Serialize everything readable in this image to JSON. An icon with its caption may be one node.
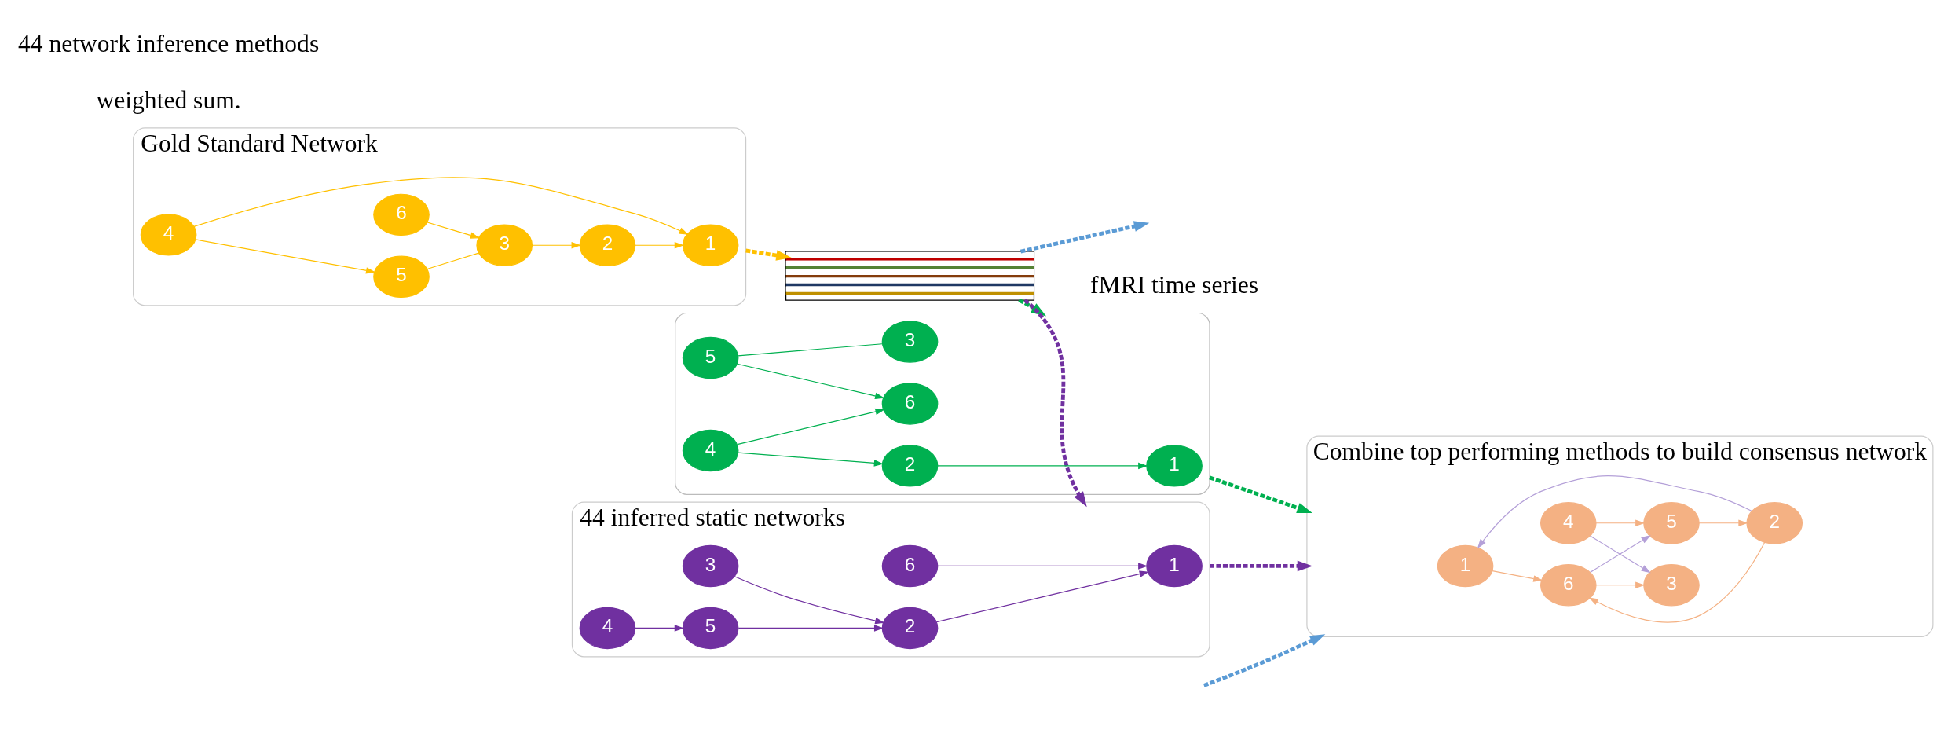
{
  "diagram": {
    "nodes": [
      {
        "text": [
          "Gold Standard Network"
        ]
      },
      {
        "text": [
          "1"
        ],
        "in": 0
      },
      {
        "text": [
          "2"
        ],
        "in": 0
      },
      {
        "text": [
          "6"
        ],
        "in": 0
      },
      {
        "text": [
          "3"
        ],
        "in": 0
      },
      {
        "text": [
          "5"
        ],
        "in": 0
      },
      {
        "text": [
          "4"
        ],
        "in": 0
      },
      {
        "text": [
          "Combine top performing methods to build consensus network"
        ]
      },
      {
        "text": [
          "1"
        ],
        "in": 7
      },
      {
        "text": [
          "2"
        ],
        "in": 7
      },
      {
        "text": [
          "6"
        ],
        "in": 7
      },
      {
        "text": [
          "3"
        ],
        "in": 7
      },
      {
        "text": [
          "5"
        ],
        "in": 7
      },
      {
        "text": [
          "4"
        ],
        "in": 7
      },
      {
        "text": [],
        "shape": "picture",
        "beside": [
          "fMRI time series"
        ]
      },
      {
        "text": [],
        "shape": "box"
      },
      {
        "text": [
          "1"
        ],
        "in": 15
      },
      {
        "text": [
          "2"
        ],
        "in": 15
      },
      {
        "text": [
          "6"
        ],
        "in": 15
      },
      {
        "text": [
          "3"
        ],
        "in": 15
      },
      {
        "text": [
          "5"
        ],
        "in": 15
      },
      {
        "text": [
          "4"
        ],
        "in": 15
      },
      {
        "text": [
          "44 inferred static networks"
        ]
      },
      {
        "text": [
          "1"
        ],
        "in": 22
      },
      {
        "text": [
          "2"
        ],
        "in": 22
      },
      {
        "text": [
          "6"
        ],
        "in": 22
      },
      {
        "text": [
          "3"
        ],
        "in": 22
      },
      {
        "text": [
          "5"
        ],
        "in": 22
      },
      {
        "text": [
          "4"
        ],
        "in": 22
      }
    ],
    "edges": [
      {
        "from": 2,
        "to": 1,
        "arrow": "to",
        "color": "#ffc000"
      },
      {
        "from": 4,
        "to": 2,
        "arrow": "to",
        "color": "#ffc000"
      },
      {
        "from": 6,
        "to": 1,
        "arrow": "to",
        "color": "#ffc000"
      },
      {
        "from": 3,
        "to": 4,
        "arrow": "to",
        "color": "#ffc000"
      },
      {
        "from": 5,
        "to": 4,
        "arrow": "none",
        "color": "#ffc000"
      },
      {
        "from": 6,
        "to": 5,
        "arrow": "to",
        "color": "#ffc000"
      },
      {
        "from": 9,
        "to": 8,
        "arrow": "to",
        "color": "#b4a0d8"
      },
      {
        "from": 8,
        "to": 10,
        "arrow": "to",
        "color": "#f4b183"
      },
      {
        "from": 9,
        "to": 10,
        "arrow": "to",
        "color": "#f4b183"
      },
      {
        "from": 10,
        "to": 11,
        "arrow": "to",
        "color": "#f4b183"
      },
      {
        "from": 12,
        "to": 9,
        "arrow": "to",
        "color": "#f4b183"
      },
      {
        "from": 10,
        "to": 12,
        "arrow": "to",
        "color": "#b4a0d8"
      },
      {
        "from": 13,
        "to": 11,
        "arrow": "to",
        "color": "#b4a0d8"
      },
      {
        "from": 13,
        "to": 12,
        "arrow": "to",
        "color": "#f4b183"
      },
      {
        "from": 17,
        "to": 16,
        "arrow": "to",
        "color": "#00b050"
      },
      {
        "from": 21,
        "to": 17,
        "arrow": "to",
        "color": "#00b050"
      },
      {
        "from": 20,
        "to": 18,
        "arrow": "to",
        "color": "#00b050"
      },
      {
        "from": 21,
        "to": 18,
        "arrow": "to",
        "color": "#00b050"
      },
      {
        "from": 20,
        "to": 19,
        "arrow": "none",
        "color": "#00b050"
      },
      {
        "from": 24,
        "to": 23,
        "arrow": "to",
        "color": "#7030a0"
      },
      {
        "from": 25,
        "to": 23,
        "arrow": "to",
        "color": "#7030a0"
      },
      {
        "from": 26,
        "to": 24,
        "arrow": "to",
        "color": "#7030a0"
      },
      {
        "from": 27,
        "to": 24,
        "arrow": "to",
        "color": "#7030a0"
      },
      {
        "from": 28,
        "to": 27,
        "arrow": "to",
        "color": "#7030a0"
      },
      {
        "from": 0,
        "to": 14,
        "arrow": "to",
        "style": "dashed",
        "color": "#ffc000"
      },
      {
        "from": 14,
        "to": 15,
        "arrow": "to",
        "style": "dashed",
        "color": "#00b050"
      },
      {
        "from": 14,
        "to": null,
        "arrow": "to",
        "style": "dashed",
        "color": "#5b9bd5"
      },
      {
        "from": 14,
        "to": 22,
        "arrow": "to",
        "style": "dashed",
        "color": "#7030a0"
      },
      {
        "from": 15,
        "to": 7,
        "arrow": "to",
        "style": "dashed",
        "color": "#00b050"
      },
      {
        "from": null,
        "to": 7,
        "arrow": "to",
        "style": "dashed",
        "color": "#5b9bd5"
      },
      {
        "from": 22,
        "to": 7,
        "arrow": "to",
        "style": "dashed",
        "color": "#7030a0"
      }
    ],
    "labels": [
      "weighted sum.",
      "44 network inference methods"
    ]
  }
}
